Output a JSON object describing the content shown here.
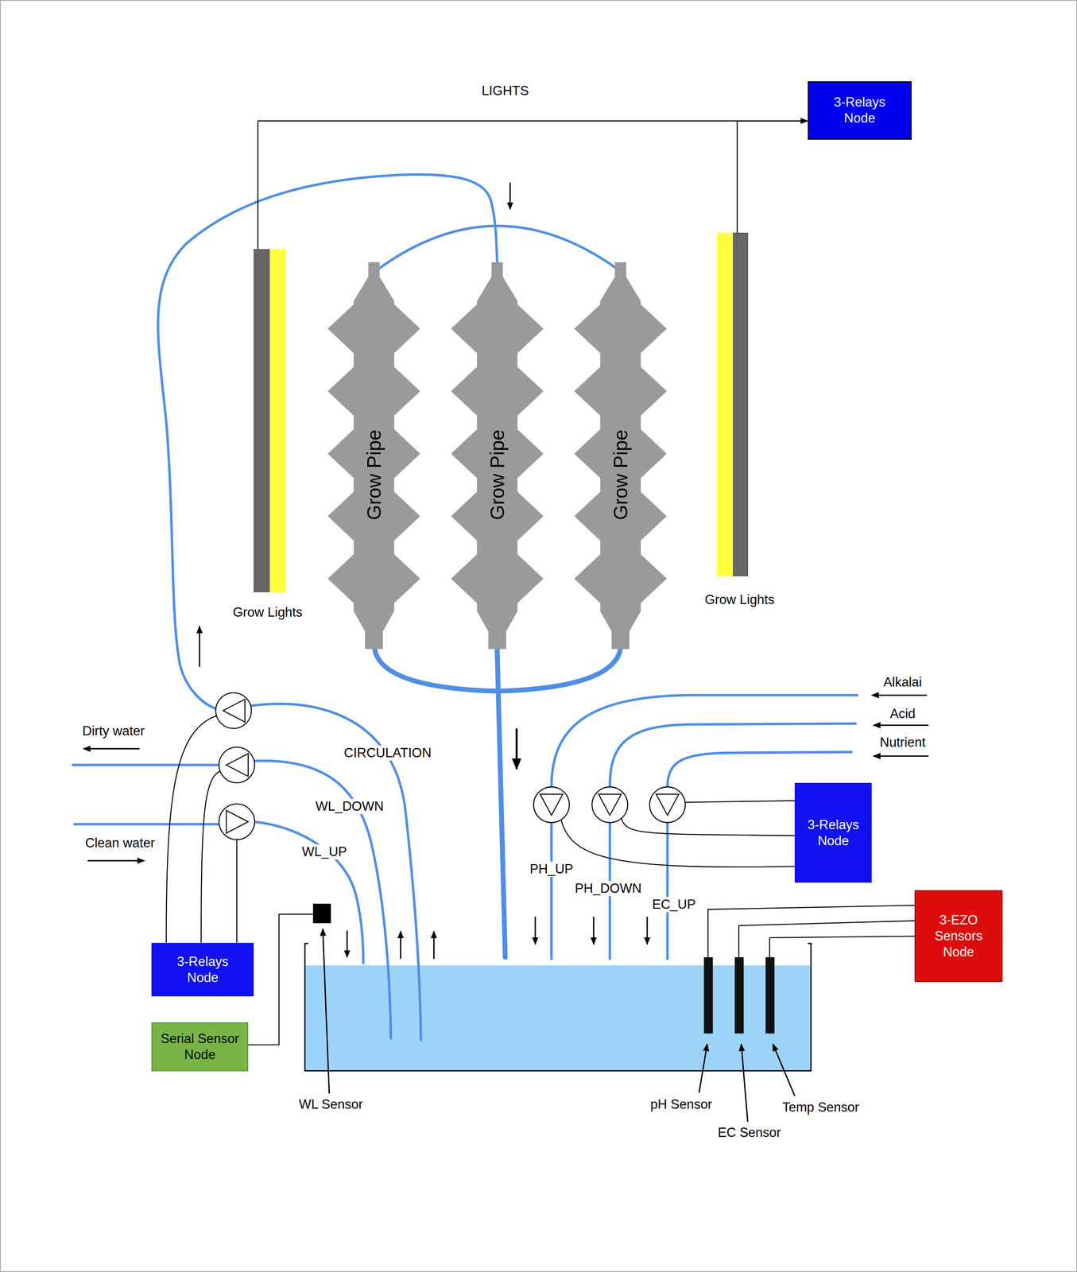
{
  "diagram": {
    "nodes": [
      {
        "text": [
          "3-Relays Node"
        ]
      },
      {
        "text": [
          "Grow Lights"
        ]
      },
      {
        "text": [
          "Grow Lights"
        ]
      },
      {
        "text": [
          "Grow Pipe"
        ]
      },
      {
        "text": [
          "Grow Pipe"
        ]
      },
      {
        "text": [
          "Grow Pipe"
        ]
      },
      {
        "text": [
          "3-Relays Node"
        ]
      },
      {
        "text": [
          "3-Relays Node"
        ]
      },
      {
        "text": [
          "Serial Sensor Node"
        ]
      },
      {
        "text": [
          "3-EZO Sensors Node"
        ]
      }
    ],
    "edges": [
      {
        "from": 1,
        "to": 0,
        "arrow": "to",
        "label": "LIGHTS"
      },
      {
        "from": 2,
        "to": 0,
        "arrow": "to"
      }
    ],
    "labels": [
      "Dirty water",
      "Clean water",
      "CIRCULATION",
      "WL_DOWN",
      "WL_UP",
      "PH_UP",
      "PH_DOWN",
      "EC_UP",
      "Alkalai",
      "Acid",
      "Nutrient",
      "WL Sensor",
      "pH Sensor",
      "EC Sensor",
      "Temp Sensor"
    ]
  }
}
